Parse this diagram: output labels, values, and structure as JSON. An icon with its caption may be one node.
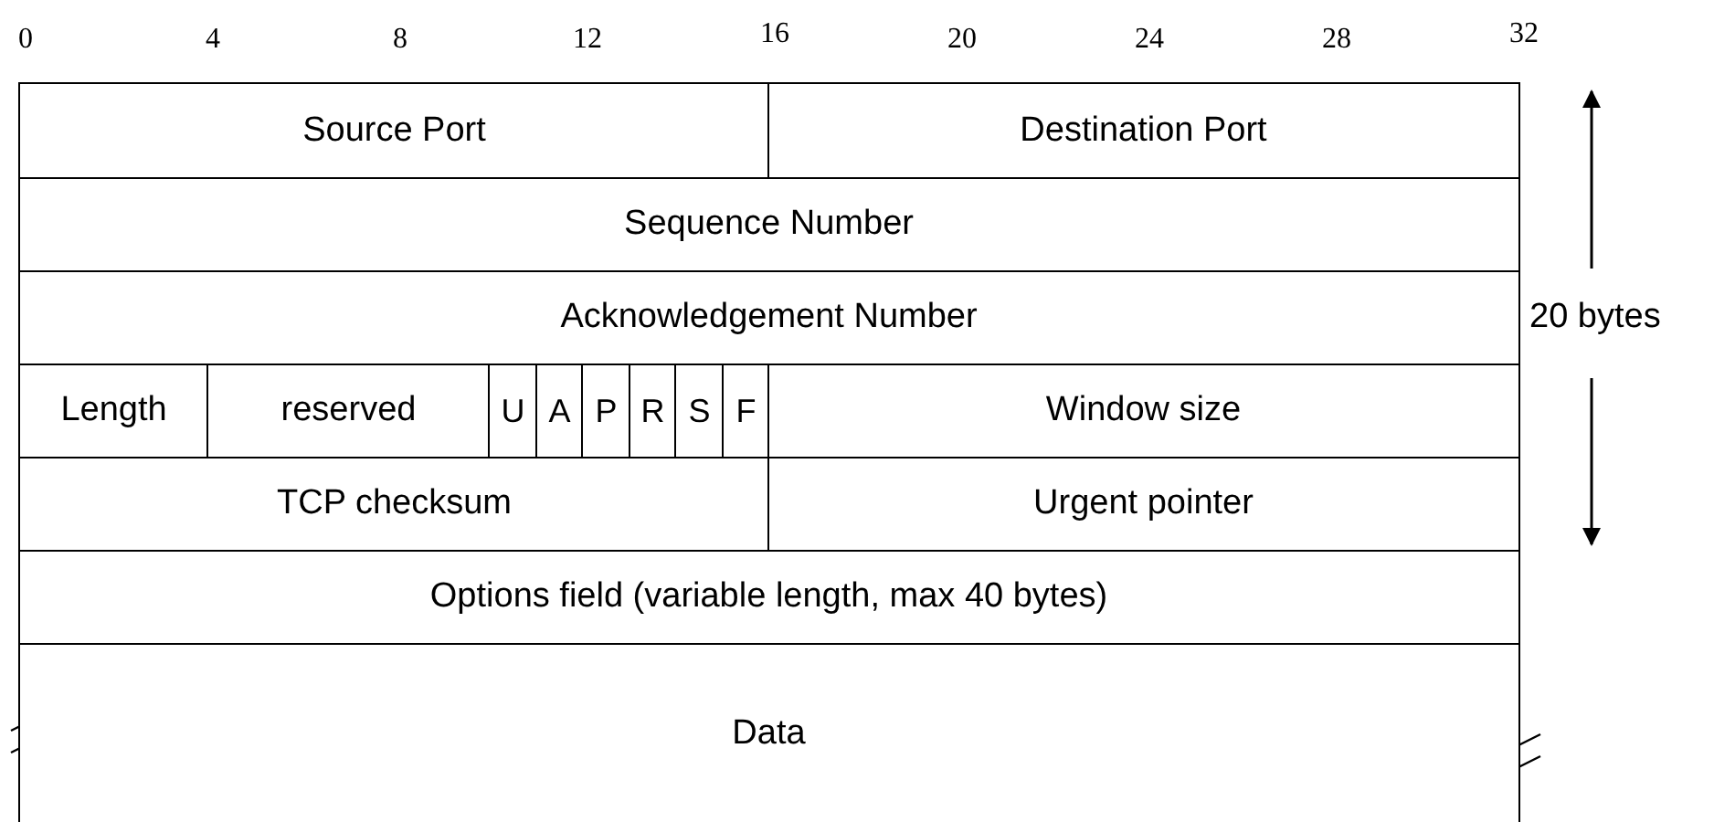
{
  "diagram": {
    "nodes": [
      {
        "text": [
          "Source Port"
        ]
      },
      {
        "text": [
          "Destination Port"
        ]
      },
      {
        "text": [
          "Sequence Number"
        ]
      },
      {
        "text": [
          "Acknowledgement Number"
        ]
      },
      {
        "text": [
          "Length"
        ]
      },
      {
        "text": [
          "reserved"
        ]
      },
      {
        "text": [
          "U"
        ]
      },
      {
        "text": [
          "A"
        ]
      },
      {
        "text": [
          "P"
        ]
      },
      {
        "text": [
          "R"
        ]
      },
      {
        "text": [
          "S"
        ]
      },
      {
        "text": [
          "F"
        ]
      },
      {
        "text": [
          "Window size"
        ]
      },
      {
        "text": [
          "TCP checksum"
        ]
      },
      {
        "text": [
          "Urgent pointer"
        ]
      },
      {
        "text": [
          "Options field (variable length, max 40 bytes)"
        ]
      },
      {
        "text": [
          "Data"
        ]
      }
    ],
    "edges": [],
    "labels": [
      "0",
      "4",
      "8",
      "12",
      "16",
      "20",
      "24",
      "28",
      "32",
      "20 bytes"
    ]
  }
}
